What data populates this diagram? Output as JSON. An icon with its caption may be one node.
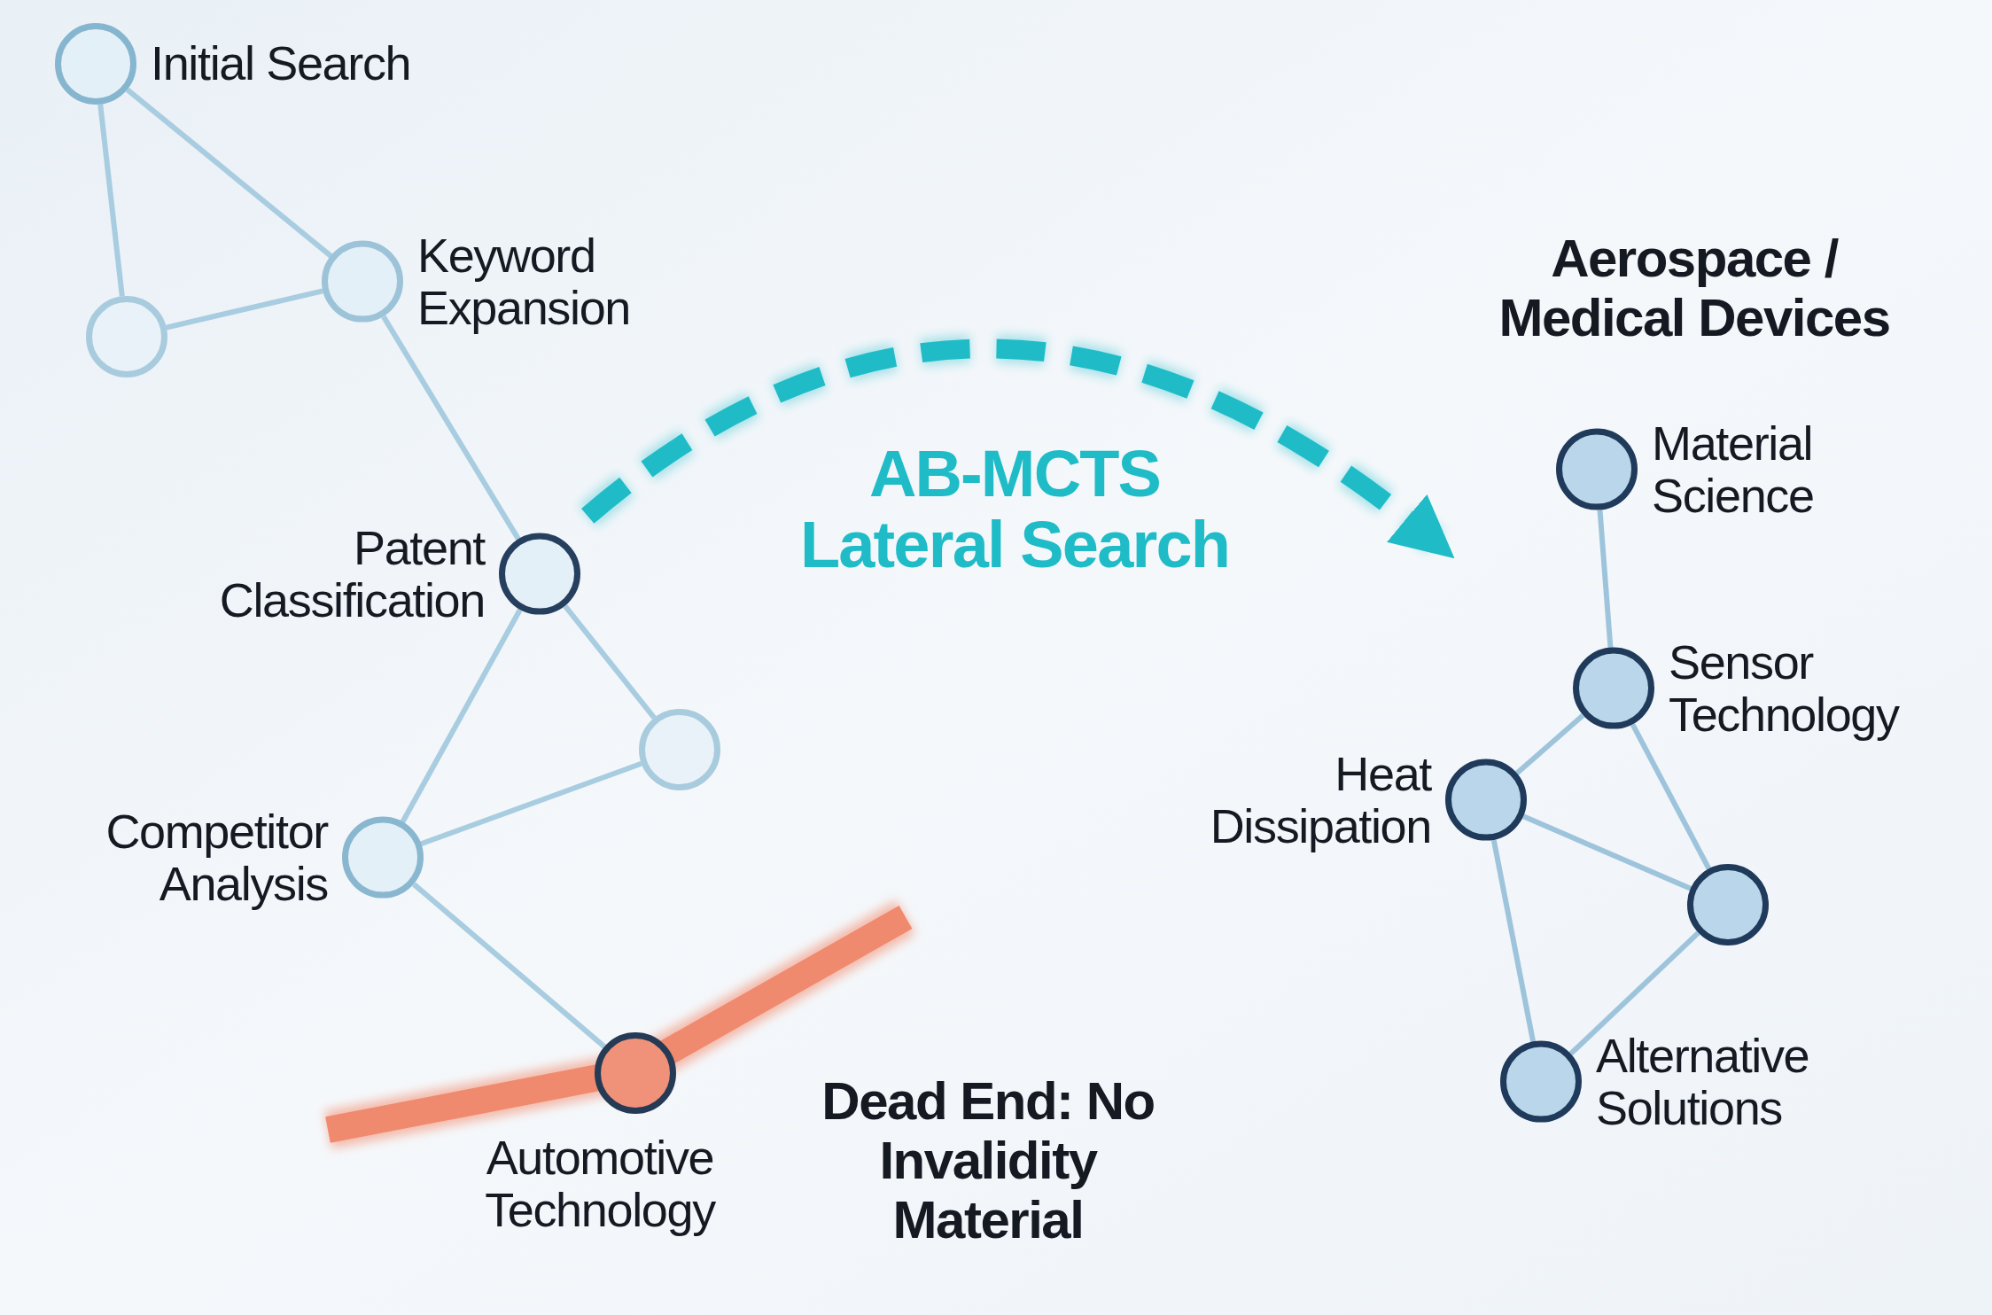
{
  "diagram": {
    "nodes": [
      {
        "text": [
          "Initial Search"
        ]
      },
      {
        "text": [
          "Keyword Expansion"
        ]
      },
      {
        "text": [],
        "shape": "circle"
      },
      {
        "text": [
          "Patent Classification"
        ]
      },
      {
        "text": [],
        "shape": "circle"
      },
      {
        "text": [
          "Competitor Analysis"
        ]
      },
      {
        "text": [
          "Automotive Technology"
        ]
      },
      {
        "text": [
          "Material Science"
        ]
      },
      {
        "text": [
          "Sensor Technology"
        ]
      },
      {
        "text": [
          "Heat Dissipation"
        ]
      },
      {
        "text": [],
        "shape": "circle"
      },
      {
        "text": [
          "Alternative Solutions"
        ]
      }
    ],
    "edges": [
      {
        "from": 0,
        "to": 1,
        "arrow": "none"
      },
      {
        "from": 0,
        "to": 2,
        "arrow": "none"
      },
      {
        "from": 2,
        "to": 1,
        "arrow": "none"
      },
      {
        "from": 1,
        "to": 3,
        "arrow": "none"
      },
      {
        "from": 3,
        "to": 5,
        "arrow": "none"
      },
      {
        "from": 3,
        "to": 4,
        "arrow": "none"
      },
      {
        "from": 5,
        "to": 4,
        "arrow": "none"
      },
      {
        "from": 5,
        "to": 6,
        "arrow": "none"
      },
      {
        "from": 7,
        "to": 8,
        "arrow": "none"
      },
      {
        "from": 8,
        "to": 9,
        "arrow": "none"
      },
      {
        "from": 8,
        "to": 10,
        "arrow": "none"
      },
      {
        "from": 9,
        "to": 10,
        "arrow": "none"
      },
      {
        "from": 9,
        "to": 11,
        "arrow": "none"
      },
      {
        "from": 11,
        "to": 10,
        "arrow": "none"
      },
      {
        "from": 3,
        "to": null,
        "arrow": "to",
        "label": "AB-MCTS Lateral Search",
        "style": "dashed",
        "color": "#1fbcc8"
      }
    ],
    "labels": [
      "Aerospace / Medical Devices",
      "Dead End: No Invalidity Material"
    ]
  }
}
